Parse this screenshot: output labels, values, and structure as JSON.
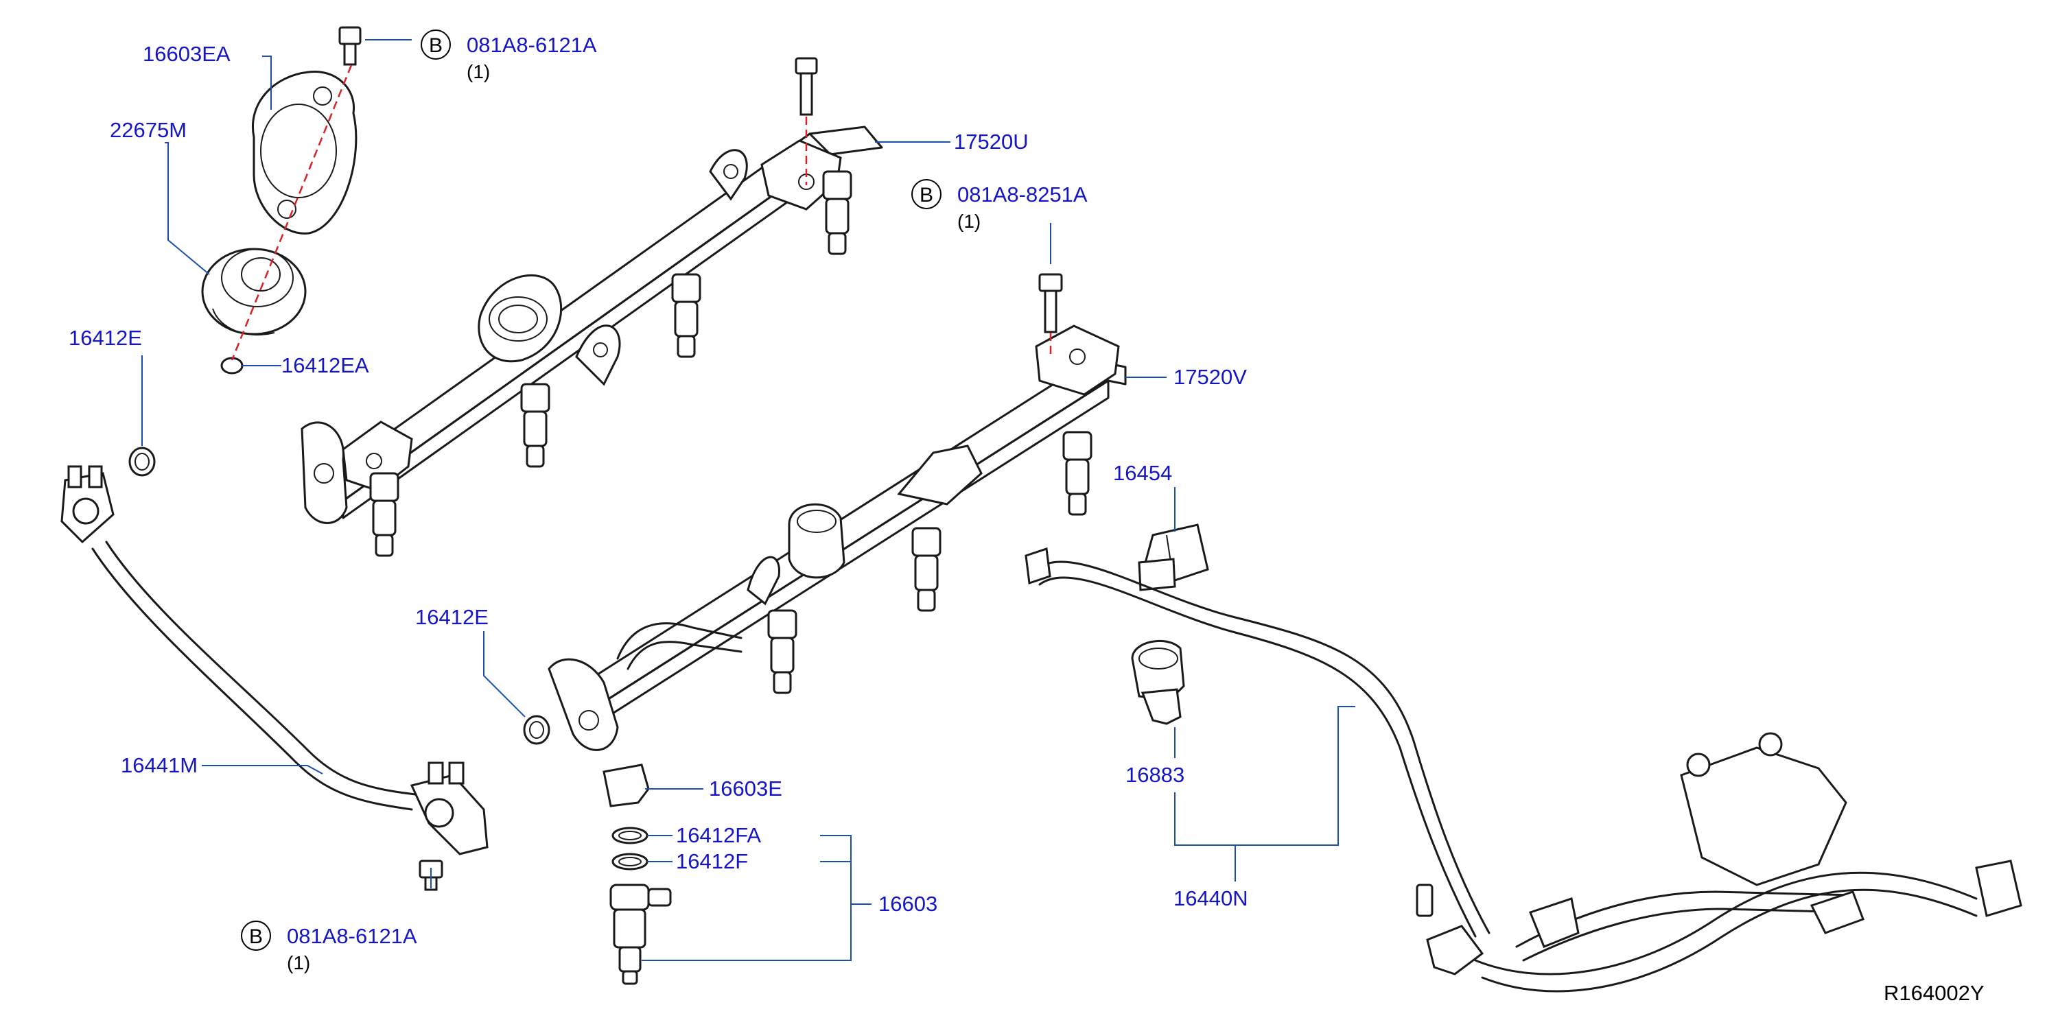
{
  "labels": {
    "p16603EA": "16603EA",
    "p22675M": "22675M",
    "p16412E_a": "16412E",
    "p16412EA": "16412EA",
    "p17520U": "17520U",
    "p17520V": "17520V",
    "p16454": "16454",
    "p16412E_b": "16412E",
    "p16441M": "16441M",
    "p16603E": "16603E",
    "p16412FA": "16412FA",
    "p16412F": "16412F",
    "p16603": "16603",
    "p16883": "16883",
    "p16440N": "16440N"
  },
  "bolts": [
    {
      "marker": "B",
      "part": "081A8-6121A",
      "qty": "(1)"
    },
    {
      "marker": "B",
      "part": "081A8-8251A",
      "qty": "(1)"
    },
    {
      "marker": "B",
      "part": "081A8-6121A",
      "qty": "(1)"
    }
  ],
  "diagram_ref": "R164002Y",
  "colors": {
    "label": "#1515c8",
    "leader": "#1a4fb0",
    "centerline": "#d8222a",
    "line": "#1a1a1a"
  }
}
